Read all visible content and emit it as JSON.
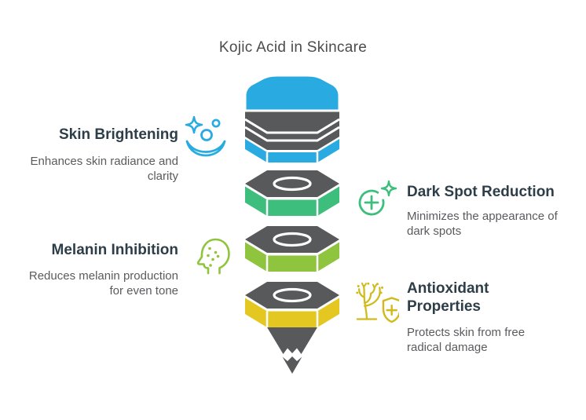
{
  "title": "Kojic Acid in Skincare",
  "colors": {
    "blue": "#29ABE2",
    "green": "#3DBE7C",
    "lime": "#8FC43F",
    "yellow": "#E4C821",
    "mustard": "#D1BA1A",
    "gray": "#58595B",
    "heading": "#2E3E48",
    "body": "#5A5B5E",
    "title": "#4C4C4C"
  },
  "items": {
    "skin_brightening": {
      "heading": "Skin Brightening",
      "body": "Enhances skin radiance and clarity",
      "icon": "sparkles-smile-icon",
      "side": "left"
    },
    "dark_spot": {
      "heading": "Dark Spot Reduction",
      "body": "Minimizes the appearance of dark spots",
      "icon": "circle-plus-sparkle-icon",
      "side": "right"
    },
    "melanin": {
      "heading": "Melanin Inhibition",
      "body": "Reduces melanin production for even tone",
      "icon": "head-profile-dots-icon",
      "side": "left"
    },
    "antioxidant": {
      "heading": "Antioxidant Properties",
      "body": "Protects skin from free radical damage",
      "icon": "branch-shield-plus-icon",
      "side": "right"
    }
  },
  "funnel": {
    "description": "five stacked 3D funnel tiers ending in a pencil-point spout",
    "tiers": [
      {
        "name": "tier-1-striped-barrel",
        "color_key": "blue"
      },
      {
        "name": "tier-2-hex-nut",
        "color_key": "green"
      },
      {
        "name": "tier-3-hex-nut",
        "color_key": "lime"
      },
      {
        "name": "tier-4-hex-nut",
        "color_key": "yellow"
      },
      {
        "name": "spout-cone",
        "color_key": "gray"
      }
    ]
  }
}
